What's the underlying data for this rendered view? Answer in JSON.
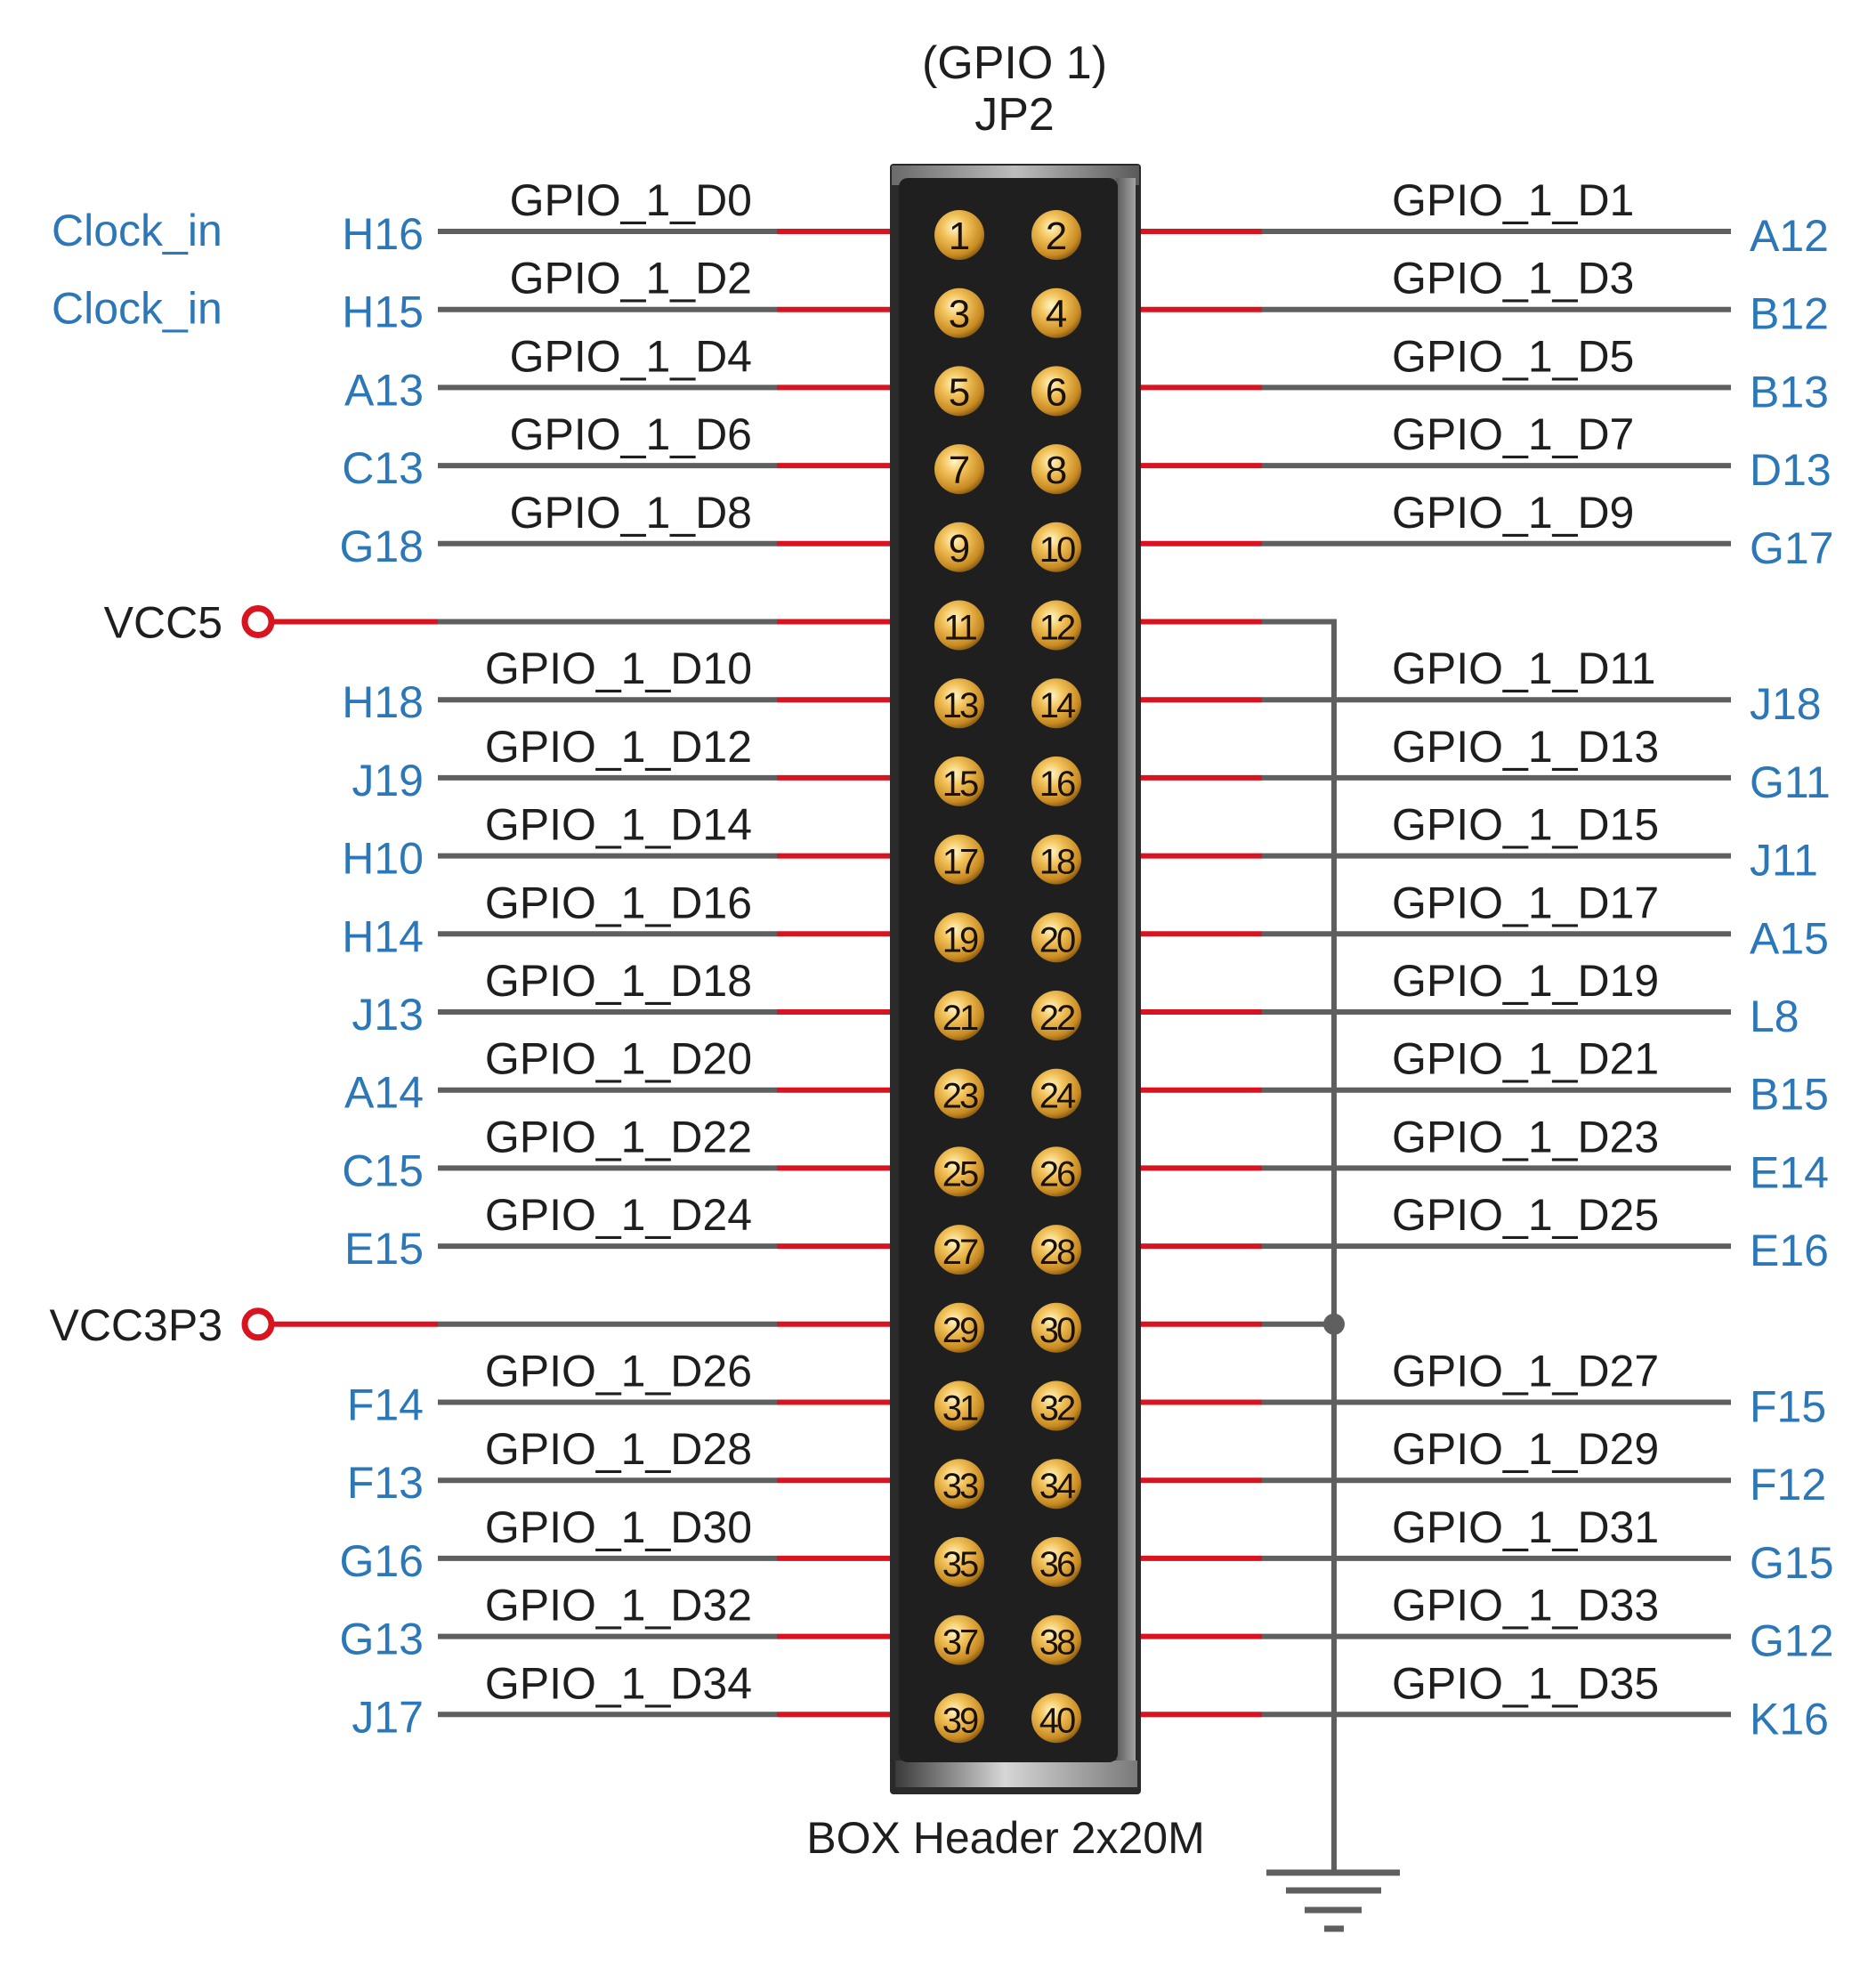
{
  "title": {
    "line1": "(GPIO 1)",
    "line2": "JP2"
  },
  "connector": {
    "label": "BOX Header 2x20M",
    "pin_count": 40
  },
  "colors": {
    "wire_grey": "#5f5f5f",
    "wire_red": "#d7141f",
    "fpga_pin_blue": "#2b77b7",
    "text_black": "#1e1e1e",
    "header_body": "#1f1f1f",
    "pin_gold": "#e0a93a"
  },
  "power": {
    "vcc5": {
      "label": "VCC5",
      "pin": 11
    },
    "vcc3p3": {
      "label": "VCC3P3",
      "pin": 29
    }
  },
  "ground": {
    "label": "GND",
    "pins": [
      12,
      30
    ]
  },
  "clock_labels": [
    "Clock_in",
    "Clock_in"
  ],
  "rows": [
    {
      "left_pin": 1,
      "left_signal": "GPIO_1_D0",
      "left_fpga": "H16",
      "left_note": "Clock_in",
      "right_pin": 2,
      "right_signal": "GPIO_1_D1",
      "right_fpga": "A12"
    },
    {
      "left_pin": 3,
      "left_signal": "GPIO_1_D2",
      "left_fpga": "H15",
      "left_note": "Clock_in",
      "right_pin": 4,
      "right_signal": "GPIO_1_D3",
      "right_fpga": "B12"
    },
    {
      "left_pin": 5,
      "left_signal": "GPIO_1_D4",
      "left_fpga": "A13",
      "right_pin": 6,
      "right_signal": "GPIO_1_D5",
      "right_fpga": "B13"
    },
    {
      "left_pin": 7,
      "left_signal": "GPIO_1_D6",
      "left_fpga": "C13",
      "right_pin": 8,
      "right_signal": "GPIO_1_D7",
      "right_fpga": "D13"
    },
    {
      "left_pin": 9,
      "left_signal": "GPIO_1_D8",
      "left_fpga": "G18",
      "right_pin": 10,
      "right_signal": "GPIO_1_D9",
      "right_fpga": "G17"
    },
    {
      "left_pin": 11,
      "left_power": "VCC5",
      "right_pin": 12,
      "right_ground": true
    },
    {
      "left_pin": 13,
      "left_signal": "GPIO_1_D10",
      "left_fpga": "H18",
      "right_pin": 14,
      "right_signal": "GPIO_1_D11",
      "right_fpga": "J18"
    },
    {
      "left_pin": 15,
      "left_signal": "GPIO_1_D12",
      "left_fpga": "J19",
      "right_pin": 16,
      "right_signal": "GPIO_1_D13",
      "right_fpga": "G11"
    },
    {
      "left_pin": 17,
      "left_signal": "GPIO_1_D14",
      "left_fpga": "H10",
      "right_pin": 18,
      "right_signal": "GPIO_1_D15",
      "right_fpga": "J11"
    },
    {
      "left_pin": 19,
      "left_signal": "GPIO_1_D16",
      "left_fpga": "H14",
      "right_pin": 20,
      "right_signal": "GPIO_1_D17",
      "right_fpga": "A15"
    },
    {
      "left_pin": 21,
      "left_signal": "GPIO_1_D18",
      "left_fpga": "J13",
      "right_pin": 22,
      "right_signal": "GPIO_1_D19",
      "right_fpga": "L8"
    },
    {
      "left_pin": 23,
      "left_signal": "GPIO_1_D20",
      "left_fpga": "A14",
      "right_pin": 24,
      "right_signal": "GPIO_1_D21",
      "right_fpga": "B15"
    },
    {
      "left_pin": 25,
      "left_signal": "GPIO_1_D22",
      "left_fpga": "C15",
      "right_pin": 26,
      "right_signal": "GPIO_1_D23",
      "right_fpga": "E14"
    },
    {
      "left_pin": 27,
      "left_signal": "GPIO_1_D24",
      "left_fpga": "E15",
      "right_pin": 28,
      "right_signal": "GPIO_1_D25",
      "right_fpga": "E16"
    },
    {
      "left_pin": 29,
      "left_power": "VCC3P3",
      "right_pin": 30,
      "right_ground": true
    },
    {
      "left_pin": 31,
      "left_signal": "GPIO_1_D26",
      "left_fpga": "F14",
      "right_pin": 32,
      "right_signal": "GPIO_1_D27",
      "right_fpga": "F15"
    },
    {
      "left_pin": 33,
      "left_signal": "GPIO_1_D28",
      "left_fpga": "F13",
      "right_pin": 34,
      "right_signal": "GPIO_1_D29",
      "right_fpga": "F12"
    },
    {
      "left_pin": 35,
      "left_signal": "GPIO_1_D30",
      "left_fpga": "G16",
      "right_pin": 36,
      "right_signal": "GPIO_1_D31",
      "right_fpga": "G15"
    },
    {
      "left_pin": 37,
      "left_signal": "GPIO_1_D32",
      "left_fpga": "G13",
      "right_pin": 38,
      "right_signal": "GPIO_1_D33",
      "right_fpga": "G12"
    },
    {
      "left_pin": 39,
      "left_signal": "GPIO_1_D34",
      "left_fpga": "J17",
      "right_pin": 40,
      "right_signal": "GPIO_1_D35",
      "right_fpga": "K16"
    }
  ]
}
